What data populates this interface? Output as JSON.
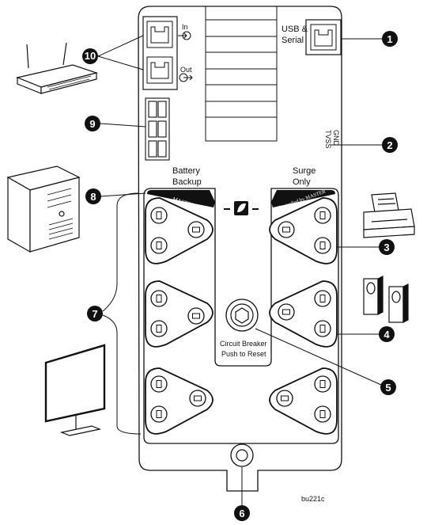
{
  "callouts": [
    "1",
    "2",
    "3",
    "4",
    "5",
    "6",
    "7",
    "8",
    "9",
    "10"
  ],
  "labels": {
    "usb_serial": [
      "USB &",
      "Serial"
    ],
    "tvss_gnd": [
      "TVSS",
      "GND"
    ],
    "in": "In",
    "out": "Out",
    "battery_backup": [
      "Battery",
      "Backup"
    ],
    "surge_only": [
      "Surge",
      "Only"
    ],
    "master": "MASTER",
    "controlled_by": "Controlled by MASTER",
    "circuit_breaker": [
      "Circuit Breaker",
      "Push to Reset"
    ],
    "figure_code": "bu221c"
  },
  "devices": [
    "router-icon",
    "computer-tower-icon",
    "printer-icon",
    "speakers-icon",
    "monitor-icon"
  ],
  "colors": {
    "ink": "#111111",
    "paper": "#ffffff",
    "callout": "#111111"
  }
}
